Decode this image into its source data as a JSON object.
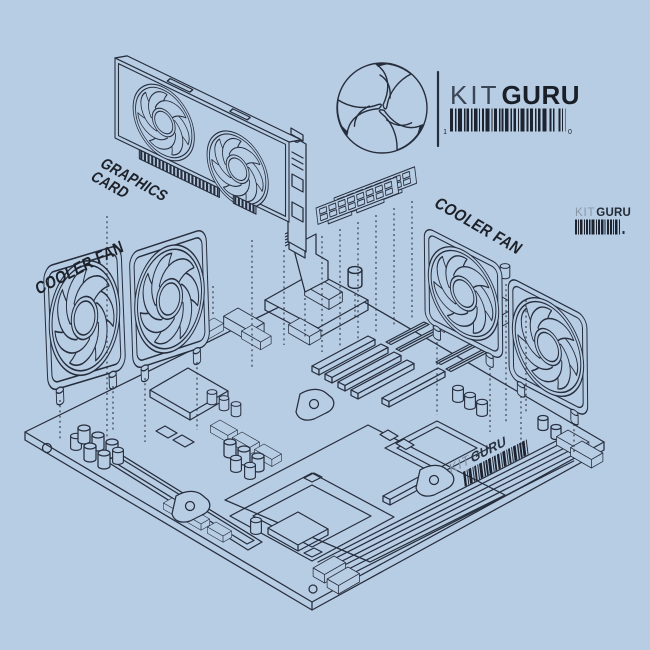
{
  "design": {
    "background_color": "#b7cde4",
    "line_color": "#1e2534",
    "labels": {
      "graphics_card_line1": "GRAPHICS",
      "graphics_card_line2": "CARD",
      "cooler_fan_left": "COOLER FAN",
      "cooler_fan_right": "COOLER FAN"
    },
    "brand": {
      "kit": "KIT",
      "guru": "GURU",
      "barcode_digit_left": "1",
      "barcode_digit_right": "0"
    }
  }
}
